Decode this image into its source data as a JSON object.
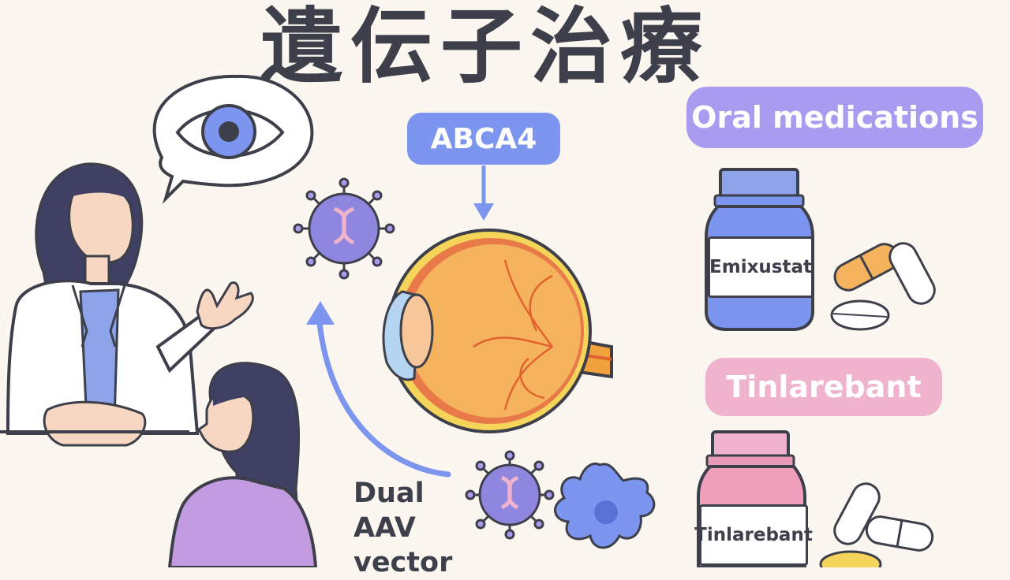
{
  "title": "遺伝子治療",
  "labels": {
    "gene": "ABCA4",
    "oral_medications": "Oral medications",
    "tinlarebant_heading": "Tinlarebant",
    "vector_line1": "Dual",
    "vector_line2": "AAV",
    "vector_line3": "vector"
  },
  "bottles": {
    "blue_label": "Emixustat",
    "pink_label": "Tinlarebant"
  },
  "colors": {
    "background": "#fbf6ef",
    "ink": "#3d3f4a",
    "blue_accent": "#7c95ee",
    "lavender": "#a99cf0",
    "pink": "#f0b3cd",
    "eye_orange": "#f6b35d"
  }
}
